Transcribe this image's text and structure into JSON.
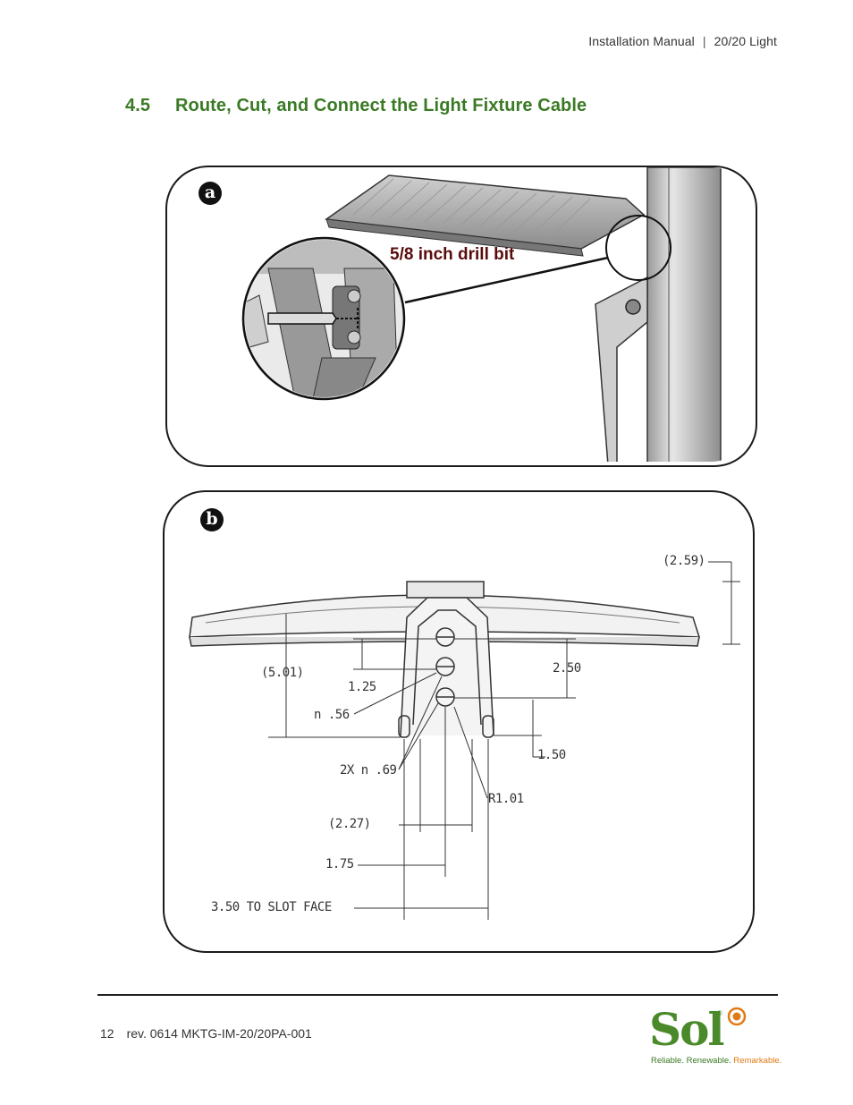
{
  "header": {
    "doc_title": "Installation Manual",
    "separator": "|",
    "product": "20/20 Light"
  },
  "section": {
    "number": "4.5",
    "title": "Route, Cut, and Connect the Light Fixture Cable"
  },
  "figure_a": {
    "badge": "a",
    "callout": "5/8 inch drill bit"
  },
  "figure_b": {
    "badge": "b",
    "dimensions": {
      "d_259": "(2.59)",
      "d_501": "(5.01)",
      "d_125": "1.25",
      "d_250": "2.50",
      "d_056": "n .56",
      "d_150": "1.50",
      "d_069": "2X n .69",
      "d_r101": "R1.01",
      "d_227": "(2.27)",
      "d_175": "1.75",
      "d_350": "3.50 TO SLOT FACE"
    }
  },
  "footer": {
    "page_number": "12",
    "revision": "rev. 0614 MKTG-IM-20/20PA-001"
  },
  "logo": {
    "wordmark": "Sol",
    "registered": "®",
    "tagline_green": "Reliable. Renewable.",
    "tagline_orange": "Remarkable.",
    "colors": {
      "green": "#4a8a2a",
      "orange": "#e07a16"
    }
  }
}
